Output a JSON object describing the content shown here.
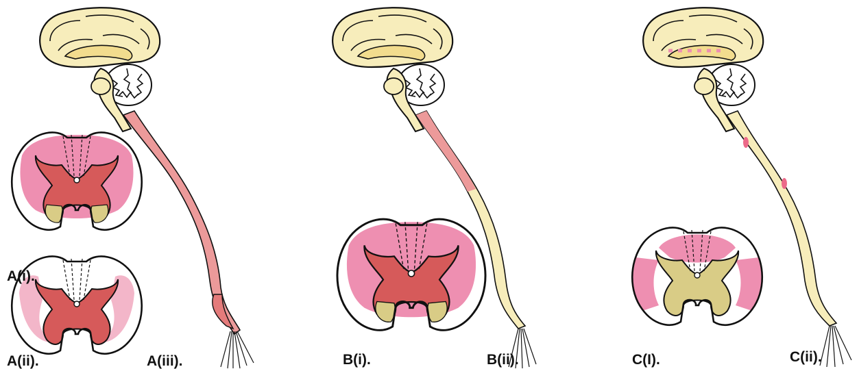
{
  "panels": [
    {
      "id": "A",
      "section_labels": [
        "A(i).",
        "A(ii)."
      ],
      "cord_label": "A(iii).",
      "sections": [
        {
          "dorsal_columns": "pink",
          "lateral_columns": "pink",
          "gray_matter": "red",
          "anterior_horns": "tan"
        },
        {
          "dorsal_columns": "white",
          "lateral_columns": "pink-rim",
          "gray_matter": "red",
          "anterior_horns": "red"
        }
      ],
      "cord_fill": "pink"
    },
    {
      "id": "B",
      "section_labels": [
        "B(i)."
      ],
      "cord_label": "B(ii).",
      "sections": [
        {
          "dorsal_columns": "pink",
          "lateral_columns": "pink",
          "gray_matter": "red",
          "anterior_horns": "tan"
        }
      ],
      "cord_fill": "pink-upper"
    },
    {
      "id": "C",
      "section_labels": [
        "C(I)."
      ],
      "cord_label": "C(ii).",
      "sections": [
        {
          "dorsal_columns": "pink",
          "lateral_columns": "pink",
          "gray_matter": "tan",
          "anterior_horns": "tan"
        }
      ],
      "cord_fill": "patchy"
    }
  ],
  "colors": {
    "pink": "#ee8fb1",
    "red": "#d65a5a",
    "tan": "#d9cc86",
    "yellow": "#f7edbb",
    "outline": "#111111",
    "cord_pink": "#ec9a9a"
  }
}
